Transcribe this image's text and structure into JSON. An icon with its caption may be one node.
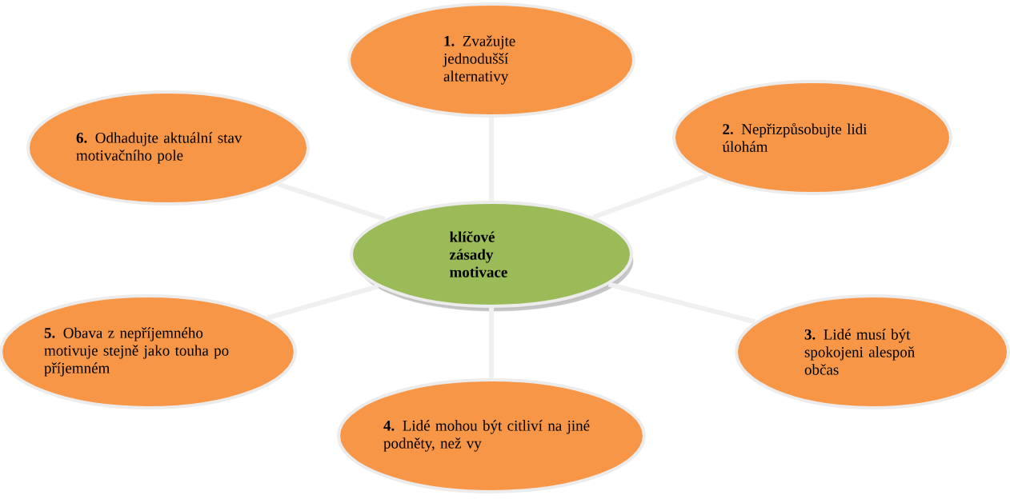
{
  "diagram": {
    "nodes": [
      {
        "text": [
          "klíčové zásady motivace"
        ]
      },
      {
        "text": [
          "**1.** Zvažujte jednodušší alternativy"
        ]
      },
      {
        "text": [
          "**2.** Nepřizpůsobujte lidi úlohám"
        ]
      },
      {
        "text": [
          "**3.** Lidé musí být spokojeni alespoň občas"
        ]
      },
      {
        "text": [
          "**4.** Lidé mohou být citliví na jiné podněty, než vy"
        ]
      },
      {
        "text": [
          "**5.** Obava z nepříjemného motivuje stejně jako touha po příjemném"
        ]
      },
      {
        "text": [
          "**6.** Odhadujte aktuální stav motivačního pole"
        ]
      }
    ],
    "edges": [
      {
        "from": 0,
        "to": 1,
        "arrow": "none"
      },
      {
        "from": 0,
        "to": 2,
        "arrow": "none"
      },
      {
        "from": 0,
        "to": 3,
        "arrow": "none"
      },
      {
        "from": 0,
        "to": 4,
        "arrow": "none"
      },
      {
        "from": 0,
        "to": 5,
        "arrow": "none"
      },
      {
        "from": 0,
        "to": 6,
        "arrow": "none"
      }
    ]
  }
}
